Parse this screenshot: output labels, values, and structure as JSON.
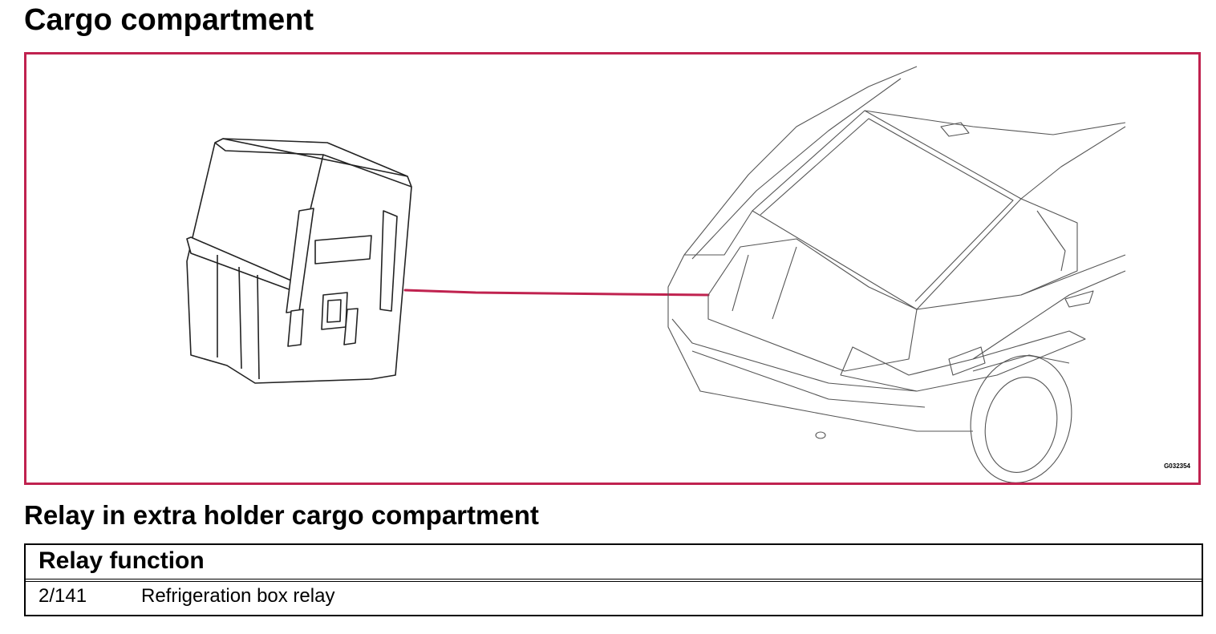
{
  "page": {
    "title": "Cargo compartment",
    "subtitle": "Relay in extra holder cargo compartment"
  },
  "figure": {
    "id_label": "G032354",
    "border_color": "#c0224f",
    "leader_color": "#c0224f",
    "icons": [
      "relay-illustration",
      "car-rear-illustration"
    ]
  },
  "table": {
    "header": "Relay function",
    "rows": [
      {
        "number": "2/141",
        "function": "Refrigeration box relay"
      }
    ]
  }
}
